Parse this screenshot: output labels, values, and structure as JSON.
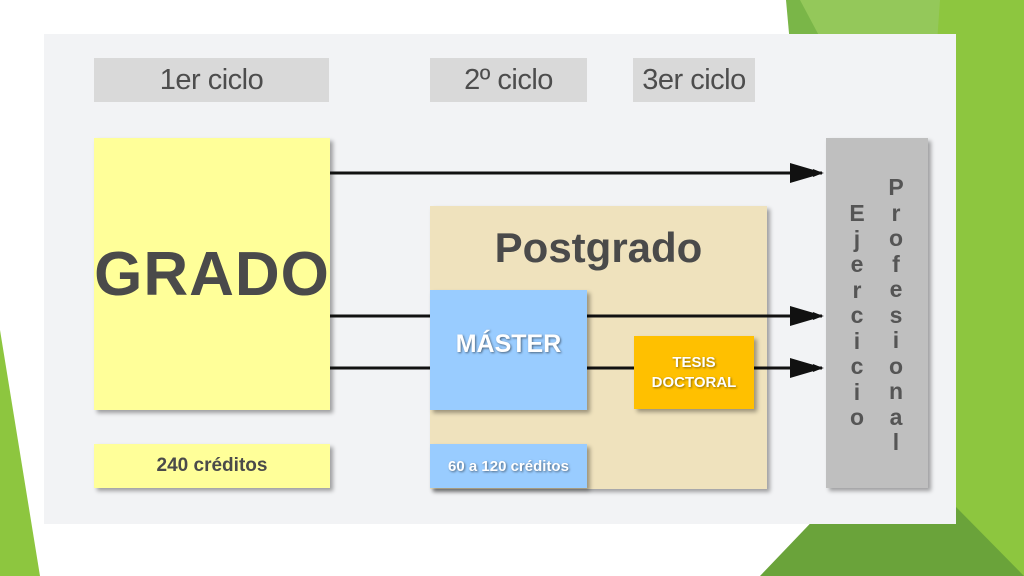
{
  "cycles": {
    "first": "1er ciclo",
    "second": "2º ciclo",
    "third": "3er ciclo"
  },
  "grado": {
    "label": "GRADO",
    "credits": "240 créditos"
  },
  "postgrado": {
    "title": "Postgrado",
    "master": "MÁSTER",
    "master_credits": "60 a 120 créditos",
    "tesis_line1": "TESIS",
    "tesis_line2": "DOCTORAL"
  },
  "ejercicio_profesional": {
    "word1": "Ejercicio",
    "word2": "Profesional"
  },
  "colors": {
    "grado": "#ffff99",
    "postgrado": "#efe2bd",
    "master": "#99ccff",
    "tesis": "#ffc000",
    "ejercicio": "#bfbfbf",
    "accent_green": "#8dc63f"
  }
}
